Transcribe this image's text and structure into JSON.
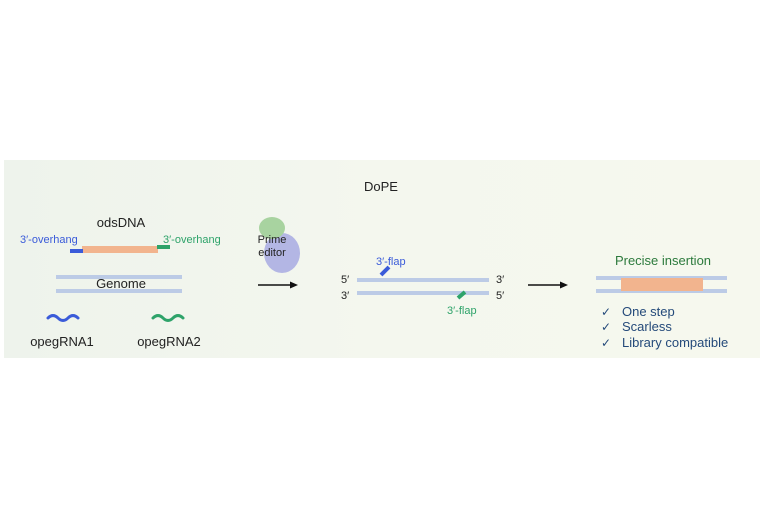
{
  "title": "DoPE",
  "left": {
    "odsdna_label": "odsDNA",
    "overhang_left": "3′-overhang",
    "overhang_right": "3′-overhang",
    "genome_label": "Genome",
    "opegrna1_label": "opegRNA1",
    "opegrna2_label": "opegRNA2"
  },
  "editor": {
    "line1": "Prime",
    "line2": "editor"
  },
  "middle": {
    "top_left_end": "5′",
    "top_right_end": "3′",
    "bottom_left_end": "3′",
    "bottom_right_end": "5′",
    "flap_top": "3′-flap",
    "flap_bottom": "3′-flap"
  },
  "right": {
    "result_label": "Precise insertion",
    "check_glyph": "✓",
    "benefits": [
      "One step",
      "Scarless",
      "Library compatible"
    ]
  },
  "colors": {
    "blue": "#3a5bd9",
    "green": "#2ea36a",
    "orange": "#f2b48e",
    "strand": "#bccbe6",
    "editor_green": "#a8d3a0",
    "editor_purple": "#b3b6e4",
    "text": "#222222",
    "result_green": "#2c7a3c",
    "benefit_blue": "#244a7a"
  }
}
